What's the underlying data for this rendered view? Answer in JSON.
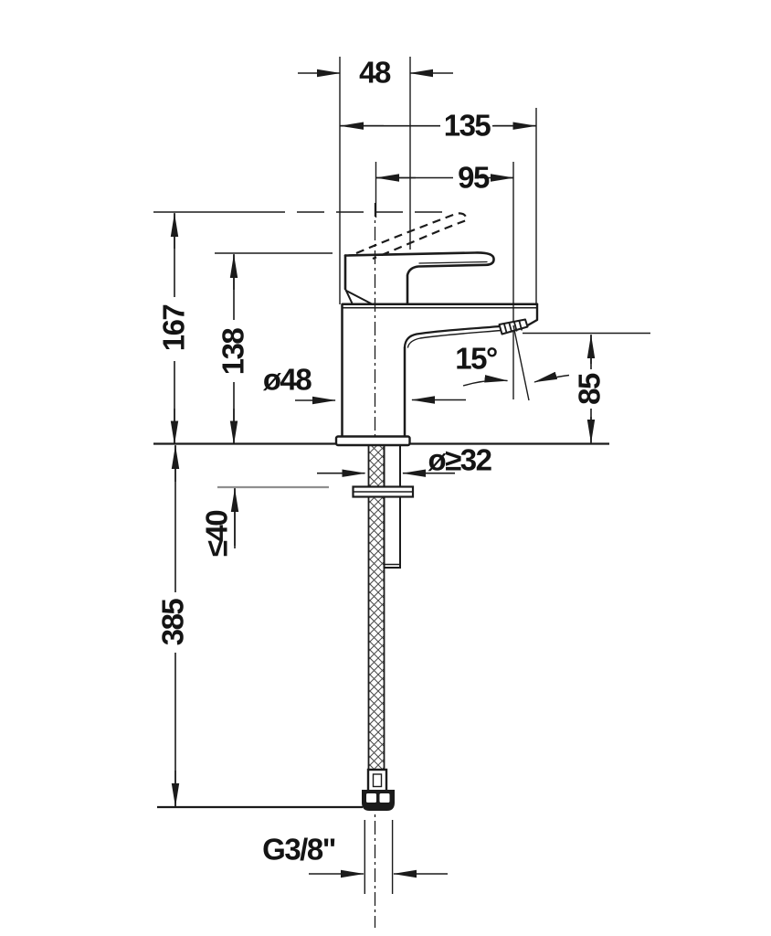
{
  "page": {
    "background": "#ffffff"
  },
  "drawing": {
    "type": "technical-dimension-drawing",
    "line_color": "#1b1b1b",
    "secondary_line_color": "#8f8f8f",
    "dimensions": {
      "top_width": "48",
      "total_reach": "135",
      "spout_reach": "95",
      "total_height": "167",
      "body_height": "138",
      "body_diameter": "ø48",
      "spout_angle": "15°",
      "spout_height": "85",
      "min_hole_diameter": "ø≥32",
      "max_deck_thickness": "≤40",
      "hose_length": "385",
      "thread_size": "G3/8\""
    }
  }
}
